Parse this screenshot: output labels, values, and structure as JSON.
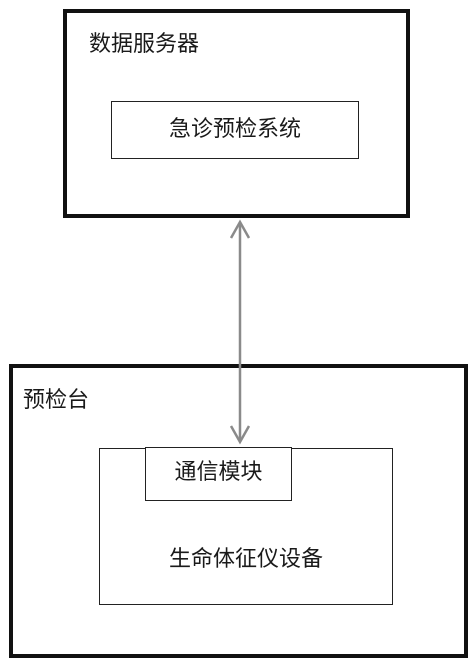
{
  "data_server": {
    "title": "数据服务器",
    "triage_system": "急诊预检系统"
  },
  "triage_station": {
    "title": "预检台",
    "vital_signs_device": "生命体征仪设备",
    "comm_module": "通信模块"
  },
  "connection": {
    "direction": "bidirectional",
    "color": "#8a8a8a"
  }
}
